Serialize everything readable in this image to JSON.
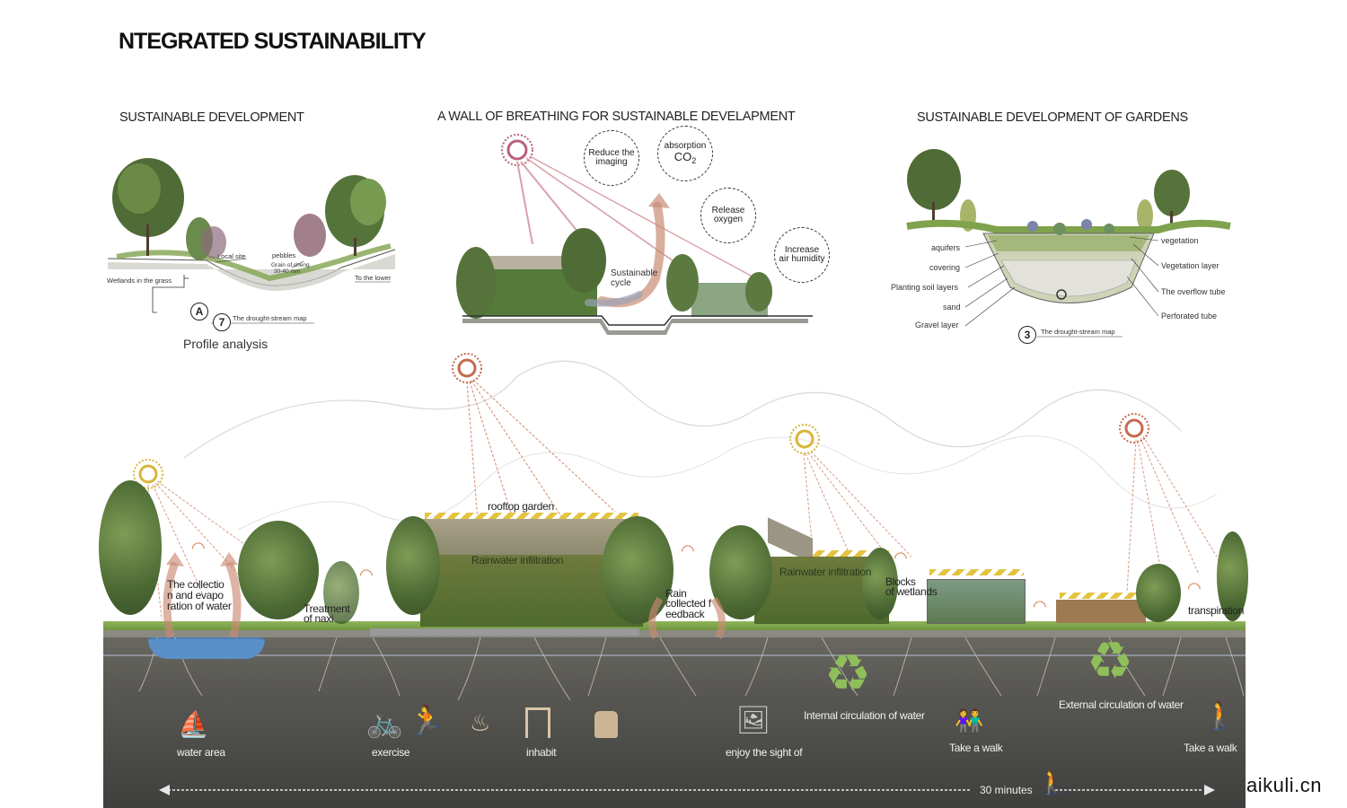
{
  "title": "NTEGRATED SUSTAINABILITY",
  "panels": {
    "left": {
      "heading": "SUSTAINABLE DEVELOPMENT",
      "labels": {
        "local_site": "Local site",
        "pebbles": "pebbles",
        "grain1": "Grain of cheng",
        "grain2": "30-40 mm",
        "wetlands": "Wetlands in the grass",
        "lower": "To the lower",
        "badge_a": "A",
        "badge_7": "7",
        "map": "The drought-stream map",
        "caption": "Profile analysis"
      }
    },
    "middle": {
      "heading": "A WALL OF BREATHING FOR SUSTAINABLE DEVELAPMENT",
      "circles": {
        "reduce1": "Reduce the",
        "reduce2": "imaging",
        "absorb1": "absorption",
        "absorb2": "CO",
        "absorb_sub": "2",
        "release1": "Release",
        "release2": "oxygen",
        "humid1": "Increase",
        "humid2": "air humidity"
      },
      "cycle1": "Sustainable",
      "cycle2": "cycle"
    },
    "right": {
      "heading": "SUSTAINABLE DEVELOPMENT OF GARDENS",
      "left_labels": [
        "aquifers",
        "covering",
        "Planting soil layers",
        "sand",
        "Gravel layer"
      ],
      "right_labels": [
        "vegetation",
        "Vegetation layer",
        "The overflow tube",
        "Perforated tube"
      ],
      "badge_3": "3",
      "map": "The drought-stream map"
    }
  },
  "section": {
    "rooftop": "rooftop garden",
    "rain_inf_1": "Rainwater infiltration",
    "rain_inf_2": "Rainwater infiltration",
    "collect1": "The collectio",
    "collect2": "n and evapo",
    "collect3": "ration of water",
    "treat1": "Treatment",
    "treat2": "of naxi",
    "rain1": "Rain",
    "rain2": "collected f",
    "rain3": "eedback",
    "blocks1": "Blocks",
    "blocks2": "of wetlands",
    "transpiration": "transpiration",
    "internal": "Internal circulation of water",
    "external": "External circulation of water"
  },
  "activities": [
    "water area",
    "exercise",
    "inhabit",
    "enjoy the sight of",
    "Take a walk",
    "Take a walk"
  ],
  "timeline": "30 minutes",
  "watermark": "aikuli.cn",
  "colors": {
    "sun_yellow": "#d8b53a",
    "sun_red": "#c56a4e",
    "sun_pink": "#b8607a",
    "hatch": "#e3c441",
    "arrow": "#c98b74",
    "recycle": "#8fbf5a"
  }
}
